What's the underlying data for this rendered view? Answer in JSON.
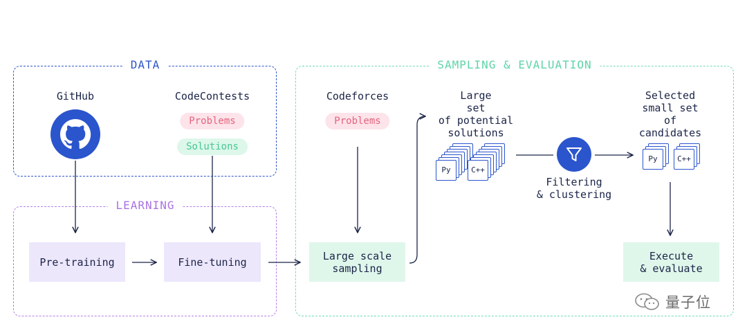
{
  "sections": {
    "data": "DATA",
    "learning": "LEARNING",
    "sampling": "SAMPLING & EVALUATION"
  },
  "data_section": {
    "github": "GitHub",
    "codecontests": "CodeContests",
    "problems": "Problems",
    "solutions": "Solutions"
  },
  "learning_section": {
    "pretraining": "Pre-training",
    "finetuning": "Fine-tuning"
  },
  "sampling_section": {
    "codeforces": "Codeforces",
    "problems": "Problems",
    "large_scale_sampling": "Large scale\nsampling",
    "large_set": "Large\nset\nof potential\nsolutions",
    "filtering": "Filtering\n& clustering",
    "selected": "Selected\nsmall set\nof candidates",
    "execute": "Execute\n& evaluate"
  },
  "cards": {
    "py": "Py",
    "cpp": "C++"
  },
  "watermark": "量子位",
  "colors": {
    "blue": "#2b55cc",
    "purple": "#b27fe6",
    "green": "#6fdbb4",
    "red_pill": "#fde3ea",
    "green_pill": "#ddf7ea"
  }
}
